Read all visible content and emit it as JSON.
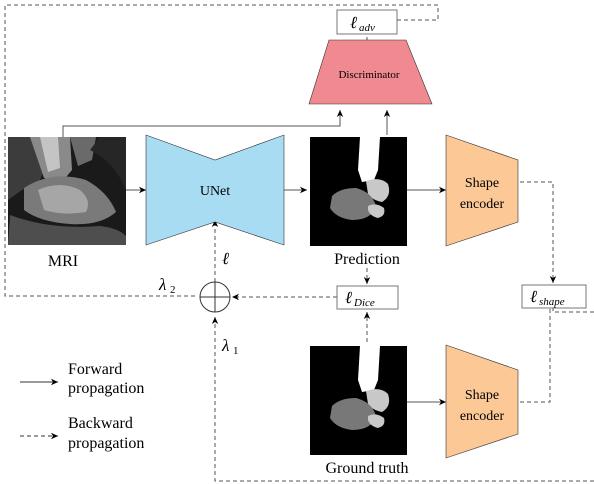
{
  "labels": {
    "unet": "UNet",
    "discriminator": "Discriminator",
    "shape_encoder_line1": "Shape",
    "shape_encoder_line2": "encoder",
    "mri": "MRI",
    "prediction": "Prediction",
    "ground_truth": "Ground truth"
  },
  "losses": {
    "adv": {
      "main": "ℓ",
      "sub": "adv"
    },
    "dice": {
      "main": "ℓ",
      "sub": "Dice"
    },
    "shape": {
      "main": "ℓ",
      "sub": "shape"
    },
    "total": "ℓ",
    "lambda1": {
      "main": "λ",
      "sub": "1"
    },
    "lambda2": {
      "main": "λ",
      "sub": "2"
    },
    "sum_symbol": "+"
  },
  "legend": {
    "forward_line1": "Forward",
    "forward_line2": "propagation",
    "backward_line1": "Backward",
    "backward_line2": "propagation"
  },
  "colors": {
    "unet": "#a8dcf2",
    "discriminator": "#f08a90",
    "shape_encoder": "#fcc896",
    "image_bg": "#000000",
    "bone_white": "#ffffff",
    "bone_light": "#c8c8c8",
    "bone_mid": "#787878"
  }
}
